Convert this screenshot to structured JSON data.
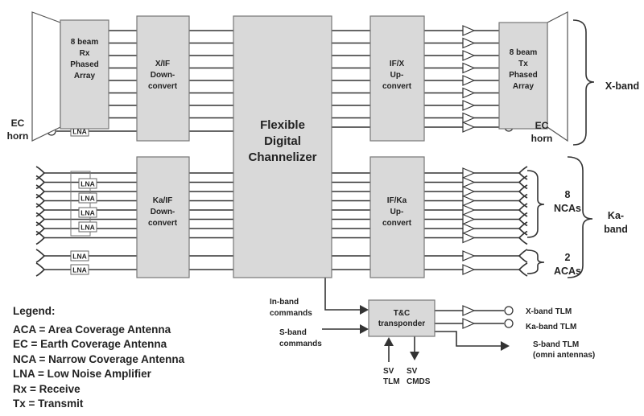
{
  "blocks": {
    "rx_array": [
      "8 beam",
      "Rx",
      "Phased",
      "Array"
    ],
    "x_down": [
      "X/IF",
      "Down-",
      "convert"
    ],
    "channelizer": [
      "Flexible",
      "Digital",
      "Channelizer"
    ],
    "x_up": [
      "IF/X",
      "Up-",
      "convert"
    ],
    "tx_array": [
      "8 beam",
      "Tx",
      "Phased",
      "Array"
    ],
    "ka_down": [
      "Ka/IF",
      "Down-",
      "convert"
    ],
    "ka_up": [
      "IF/Ka",
      "Up-",
      "convert"
    ],
    "tc": [
      "T&C",
      "transponder"
    ]
  },
  "labels": {
    "ec_horn_left": [
      "EC",
      "horn"
    ],
    "ec_horn_right": [
      "EC",
      "horn"
    ],
    "x_band": "X-band",
    "ncas": [
      "8",
      "NCAs"
    ],
    "acas": [
      "2",
      "ACAs"
    ],
    "ka_band": [
      "Ka-",
      "band"
    ],
    "in_band": [
      "In-band",
      "commands"
    ],
    "s_band_cmd": [
      "S-band",
      "commands"
    ],
    "x_tlm": "X-band TLM",
    "ka_tlm": "Ka-band TLM",
    "s_tlm": [
      "S-band TLM",
      "(omni antennas)"
    ],
    "sv_tlm": [
      "SV",
      "TLM"
    ],
    "sv_cmds": [
      "SV",
      "CMDS"
    ],
    "lna": "LNA"
  },
  "legend": {
    "title": "Legend:",
    "items": [
      "ACA = Area Coverage Antenna",
      "EC = Earth Coverage Antenna",
      "NCA = Narrow Coverage Antenna",
      "LNA = Low Noise Amplifier",
      "Rx = Receive",
      "Tx = Transmit"
    ]
  }
}
